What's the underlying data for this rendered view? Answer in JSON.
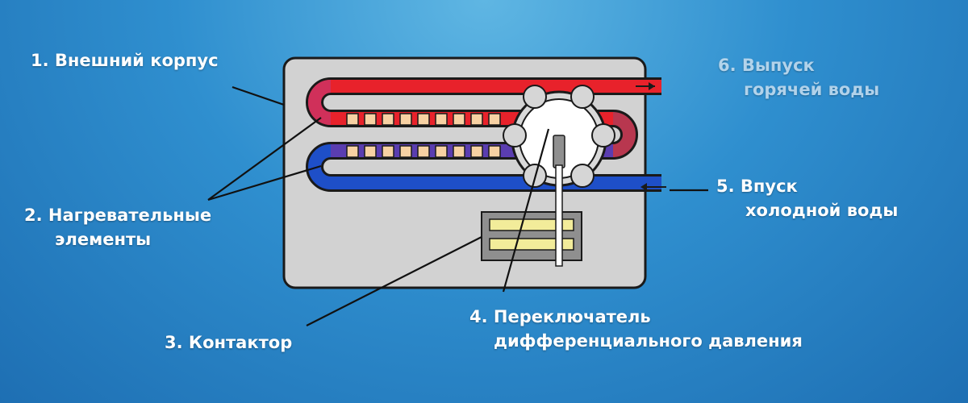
{
  "labels": {
    "housing": {
      "line1": "1. Внешний корпус"
    },
    "heating_elements": {
      "line1": "2. Нагревательные",
      "line2": "элементы"
    },
    "contactor": {
      "line1": "3. Контактор"
    },
    "pressure_switch": {
      "line1": "4. Переключатель",
      "line2": "дифференциального давления"
    },
    "cold_inlet": {
      "line1": "5. Впуск",
      "line2": "холодной воды"
    },
    "hot_outlet": {
      "line1": "6. Выпуск",
      "line2": "горячей воды"
    }
  },
  "colors": {
    "housing_fill": "#d2d2d2",
    "hot_pipe": "#e8222b",
    "cold_pipe": "#1e4fc8",
    "heater_coil": "#f7d1a3",
    "contactor_bars": "#f2ec9a",
    "label_text": "#ffffff",
    "faded_label_text": "#c9dff0"
  }
}
